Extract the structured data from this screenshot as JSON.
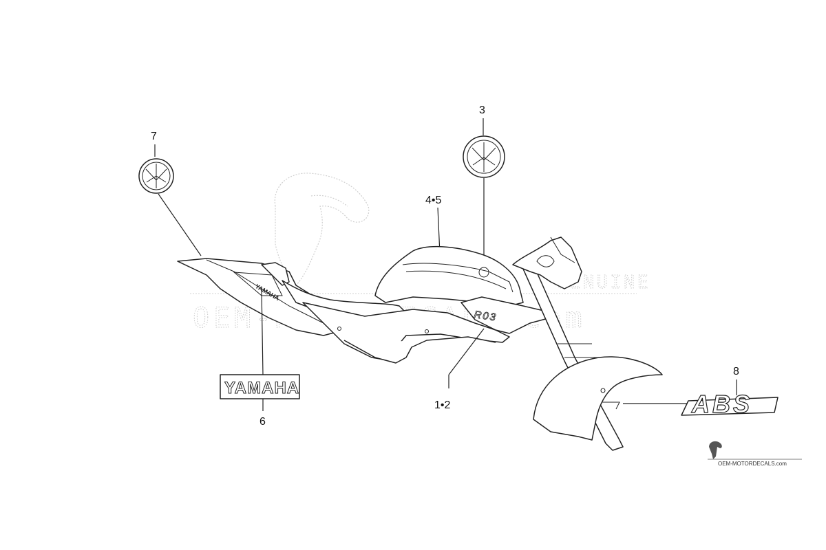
{
  "watermark": {
    "site_text": "OEM-MOTORDECALS.com",
    "side_text": "GENUINE"
  },
  "logo": {
    "text": "OEM-MOTORDECALS.com"
  },
  "decals": {
    "yamaha_label": "YAMAHA",
    "abs_label": "ABS",
    "tank_label": "R03",
    "tail_label": "YAMAHA"
  },
  "callouts": [
    {
      "id": "1-2",
      "label": "1•2"
    },
    {
      "id": "3",
      "label": "3"
    },
    {
      "id": "4-5",
      "label": "4•5"
    },
    {
      "id": "6",
      "label": "6"
    },
    {
      "id": "7",
      "label": "7"
    },
    {
      "id": "8",
      "label": "8"
    }
  ],
  "colors": {
    "line": "#222222",
    "watermark": "#c9c9c9",
    "background": "#ffffff"
  }
}
